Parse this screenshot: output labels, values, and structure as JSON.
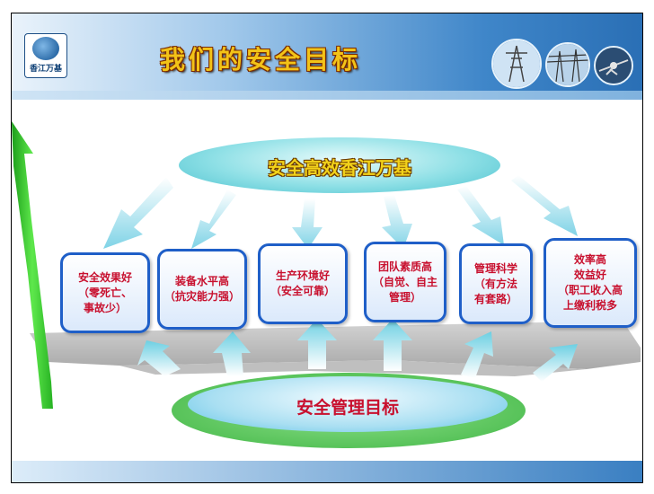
{
  "header": {
    "logo_text": "香江万基",
    "title": "我们的安全目标"
  },
  "diagram": {
    "top_goal": "安全高效香江万基",
    "bottom_goal": "安全管理目标",
    "boxes": [
      {
        "label": "安全效果好\n（零死亡、\n事故少）"
      },
      {
        "label": "装备水平高\n（抗灾能力强）"
      },
      {
        "label": "生产环境好\n（安全可靠）"
      },
      {
        "label": "团队素质高\n（自觉、自主\n管理）"
      },
      {
        "label": "管理科学\n（有方法\n有套路）"
      },
      {
        "label": "效率高\n效益好\n（职工收入高\n上缴利税多"
      }
    ]
  },
  "icons": [
    "logo-icon",
    "power-tower-photo-icon",
    "power-line-photo-icon",
    "power-worker-photo-icon",
    "growth-arrow-icon"
  ],
  "colors": {
    "title_gold": "#f2c318",
    "box_border": "#1f5fc8",
    "box_text": "#c8102e",
    "header_blue": "#3f86c9",
    "arrow_cyan": "#7fd6e6",
    "arrow_green": "#3fcf2f"
  }
}
